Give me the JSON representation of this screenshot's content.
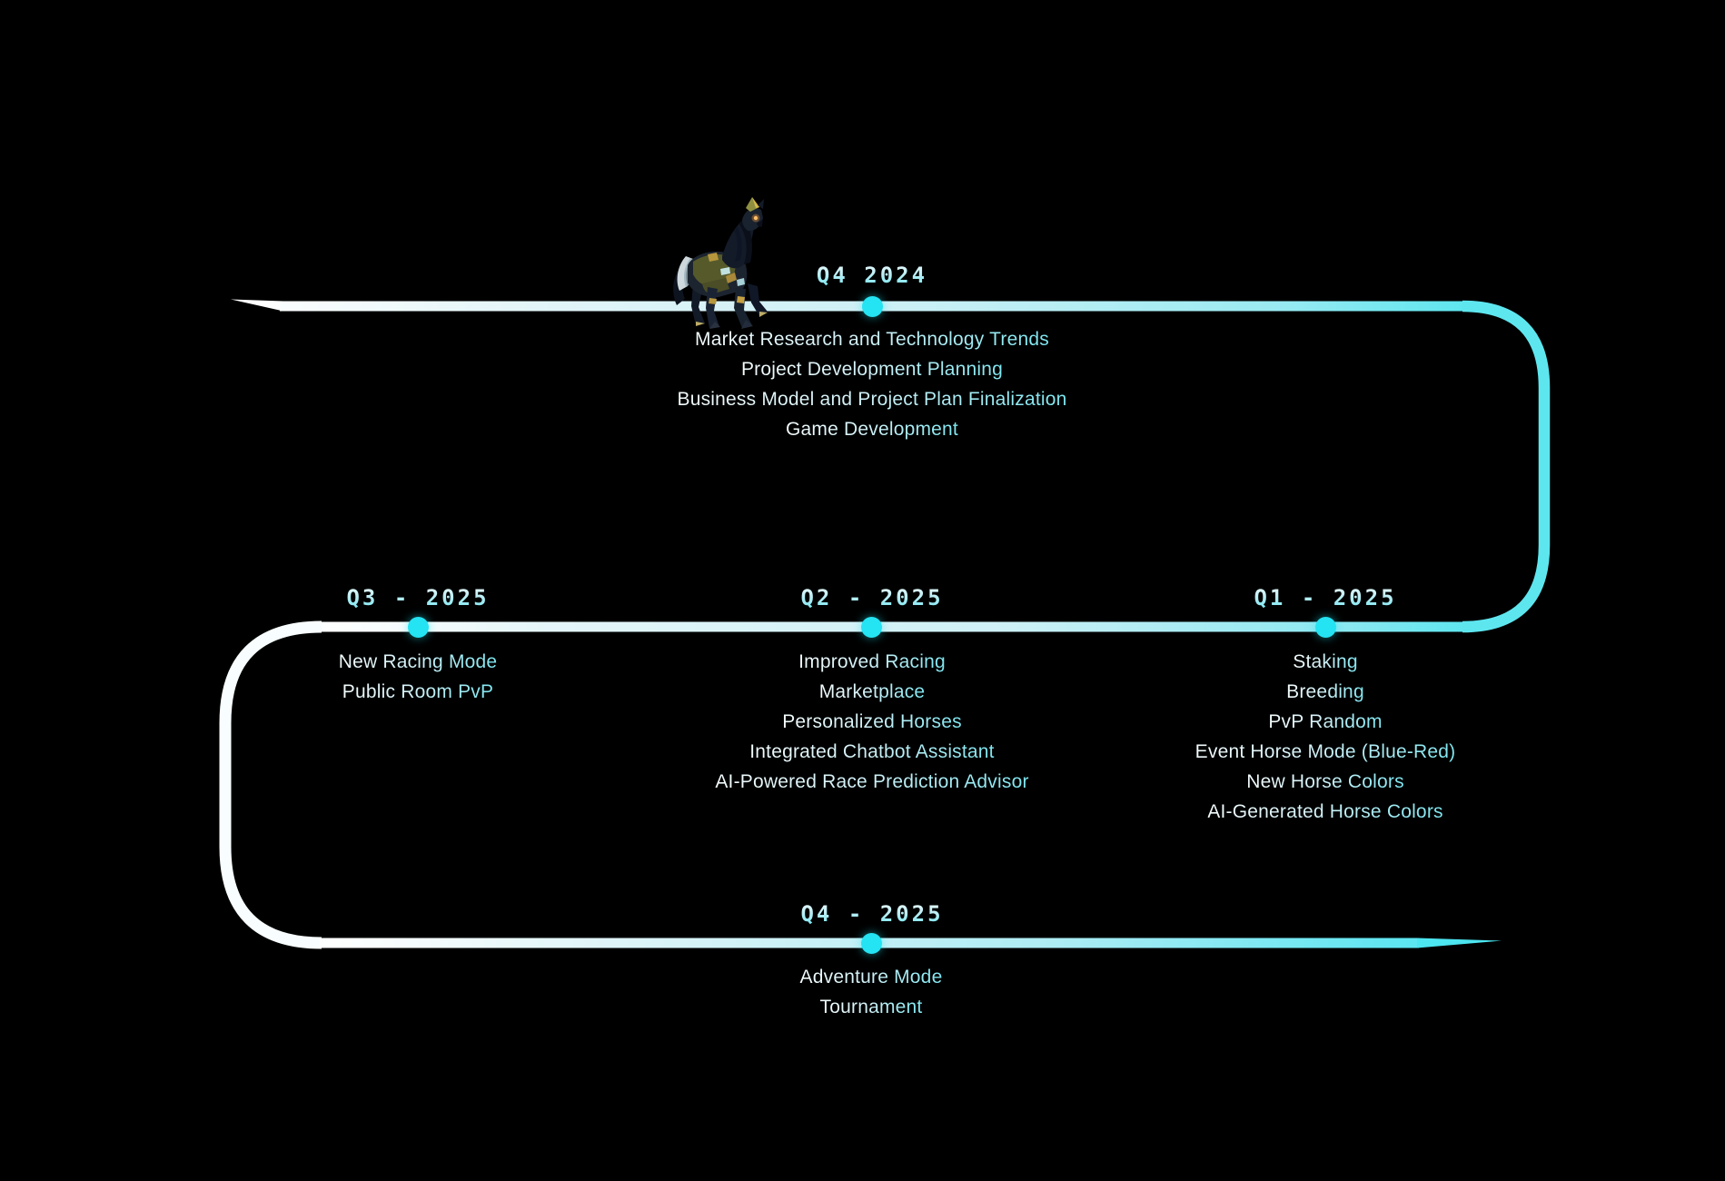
{
  "title": "Game roadmap timeline",
  "horse": {
    "alt": "armored-robot-horse"
  },
  "colors": {
    "background": "#000000",
    "accent_cyan": "#24e3f2",
    "line_cyan": "#5ee6ef",
    "line_white": "#f8feff",
    "text_light": "#d3f1f7"
  },
  "milestones": [
    {
      "id": "q4-2024",
      "label": "Q4 2024",
      "items": [
        "Market Research and Technology Trends",
        "Project Development Planning",
        "Business Model and Project Plan Finalization",
        "Game Development"
      ]
    },
    {
      "id": "q3-2025",
      "label": "Q3 - 2025",
      "items": [
        "New Racing Mode",
        "Public Room PvP"
      ]
    },
    {
      "id": "q2-2025",
      "label": "Q2 - 2025",
      "items": [
        "Improved Racing",
        "Marketplace",
        "Personalized Horses",
        "Integrated Chatbot Assistant",
        "AI-Powered Race Prediction Advisor"
      ]
    },
    {
      "id": "q1-2025",
      "label": "Q1 - 2025",
      "items": [
        "Staking",
        "Breeding",
        "PvP Random",
        "Event Horse Mode (Blue-Red)",
        "New Horse Colors",
        "AI-Generated Horse Colors"
      ]
    },
    {
      "id": "q4-2025",
      "label": "Q4 - 2025",
      "items": [
        "Adventure Mode",
        "Tournament"
      ]
    }
  ]
}
